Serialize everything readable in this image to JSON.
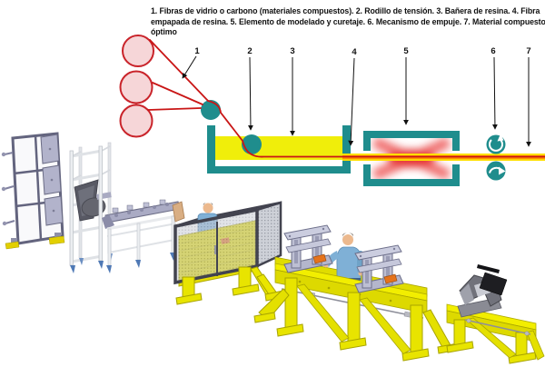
{
  "caption": "1. Fibras de vidrio o carbono (materiales compuestos). 2. Rodillo de tensión. 3. Bañera de resina. 4. Fibra empapada de resina. 5. Elemento de modelado y curetaje. 6. Mecanismo de empuje. 7. Material compuesto óptimo",
  "schematic": {
    "callouts": [
      "1",
      "2",
      "3",
      "4",
      "5",
      "6",
      "7"
    ]
  },
  "colors": {
    "teal": "#1f8d8d",
    "resin_yellow": "#f0ee0a",
    "fiber_red": "#c91616",
    "spool_pink": "#f6d6d8",
    "spool_stroke_red": "#c9232a",
    "heat_glow_red": "#e63535",
    "band_orange": "#ff9000",
    "machine_yellow": "#e8e400",
    "metal_lavender": "#b4b6cc",
    "cage_frame": "#42434f",
    "shirt_blue": "#7fb0d6",
    "foot_blue": "#4f79b5"
  }
}
